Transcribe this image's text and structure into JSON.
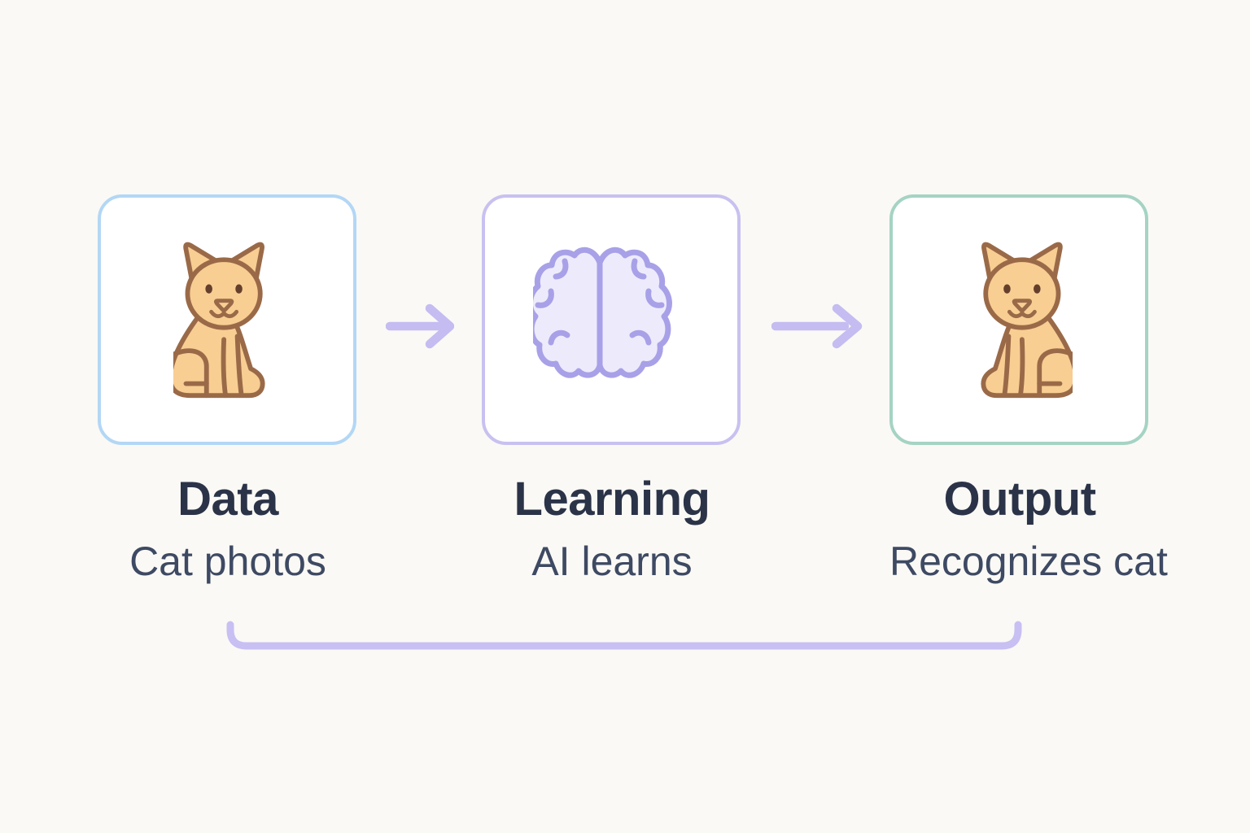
{
  "figure": {
    "steps": [
      {
        "label": "Data",
        "sublabel": "Cat photos",
        "icon": "cat-icon",
        "border_color": "#B3D7F5"
      },
      {
        "label": "Learning",
        "sublabel": "AI learns",
        "icon": "brain-icon",
        "border_color": "#C8C1F0"
      },
      {
        "label": "Output",
        "sublabel": "Recognizes cat",
        "icon": "cat-icon",
        "border_color": "#A5D3C4"
      }
    ],
    "colors": {
      "background": "#FAF9F5",
      "box_fill": "#FFFFFF",
      "title_text": "#2B3348",
      "subtitle_text": "#3E4A63",
      "arrow": "#C5BCF1",
      "bracket": "#C8BFF3",
      "cat_fill": "#F8CE93",
      "cat_stroke": "#9A6A48",
      "cat_eye": "#64402C",
      "brain_fill": "#EDEBFB",
      "brain_stroke": "#A8A1E8"
    }
  }
}
